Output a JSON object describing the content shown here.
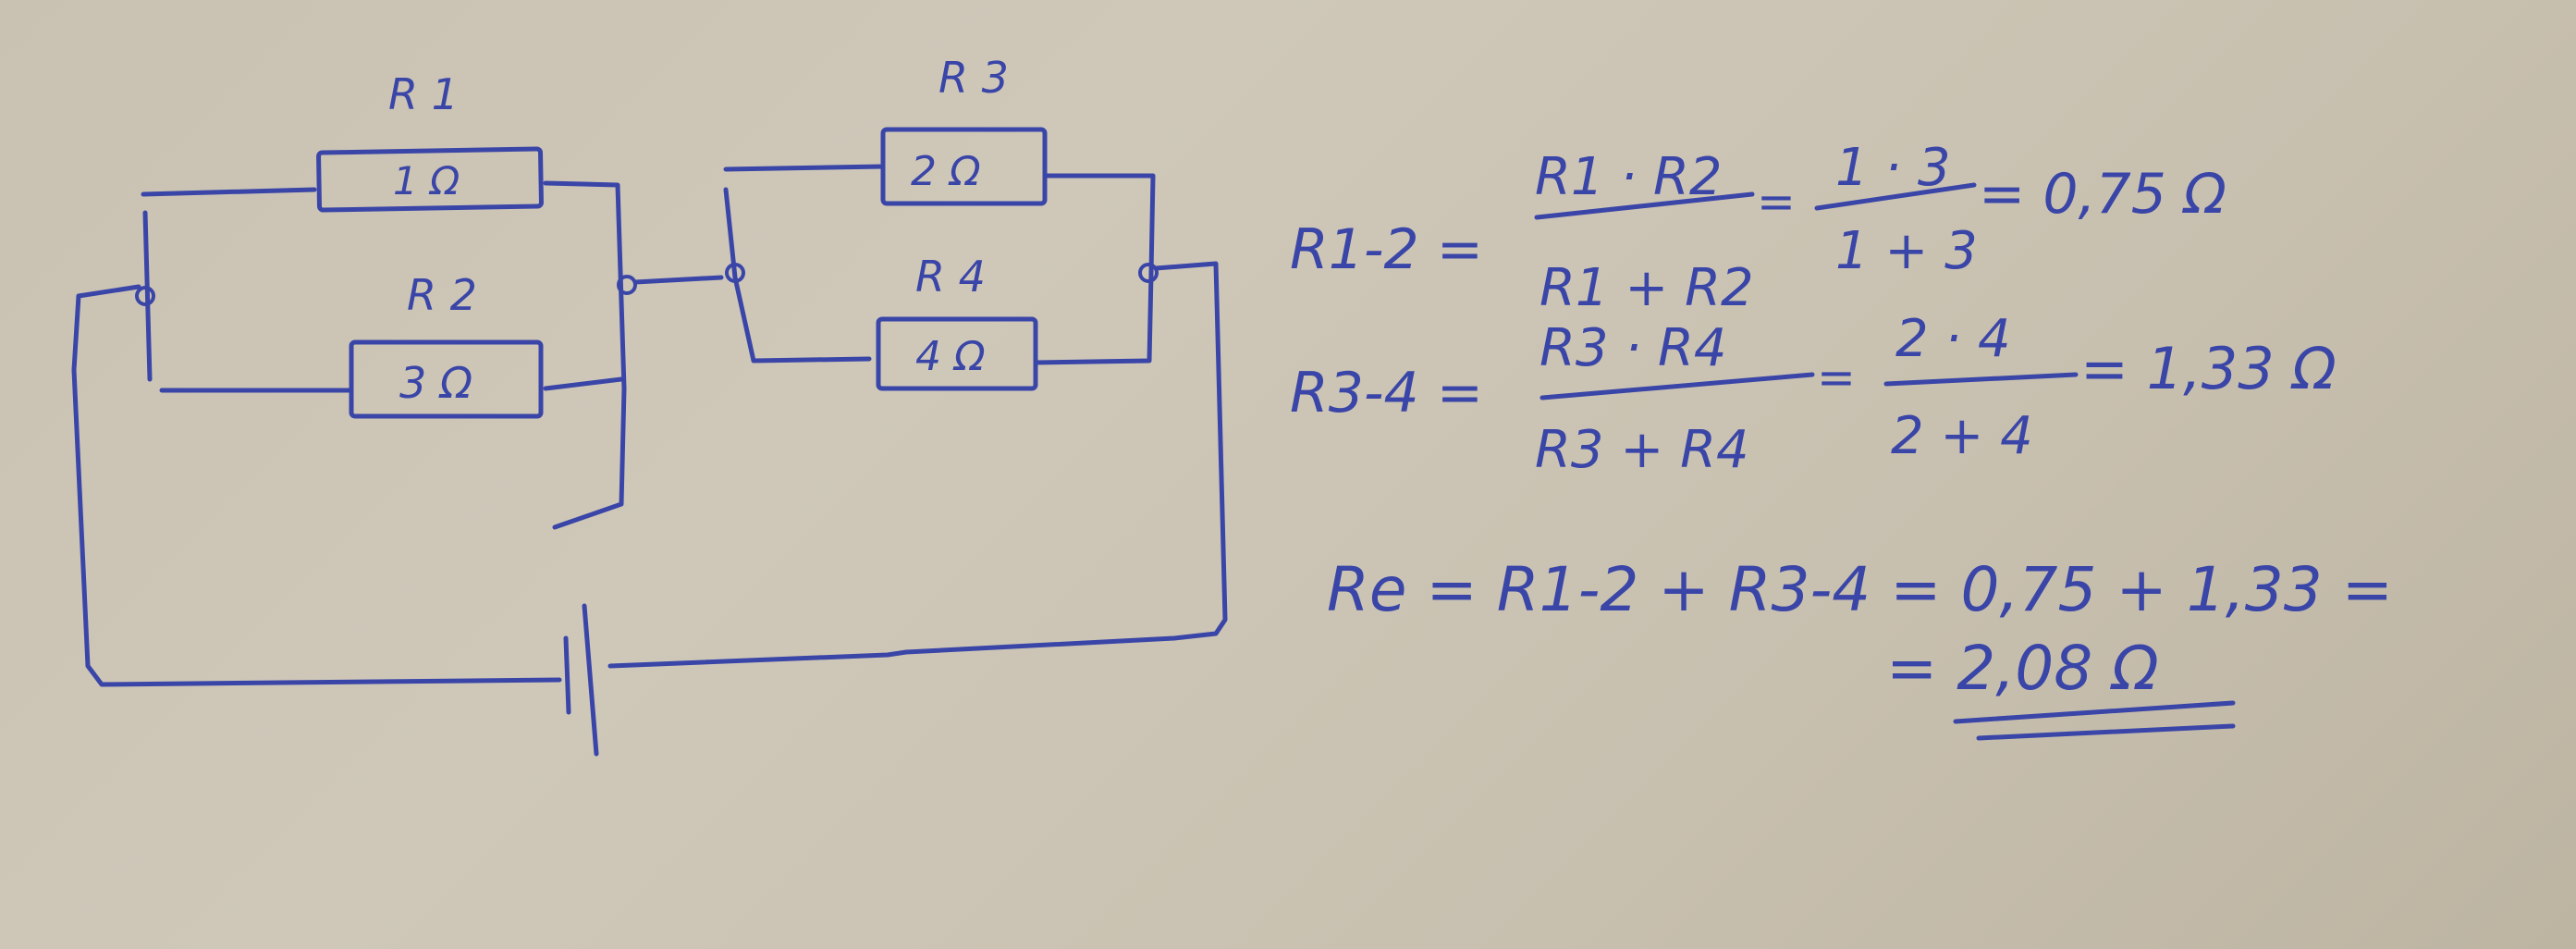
{
  "colors": {
    "ink": "#3a45a8",
    "paper": "#cbc3b3"
  },
  "circuit": {
    "resistors": [
      {
        "id": "R1",
        "label": "R 1",
        "value": "1 Ω"
      },
      {
        "id": "R2",
        "label": "R 2",
        "value": "3 Ω"
      },
      {
        "id": "R3",
        "label": "R 3",
        "value": "2 Ω"
      },
      {
        "id": "R4",
        "label": "R 4",
        "value": "4 Ω"
      }
    ],
    "source": "battery"
  },
  "equations": {
    "r12": {
      "lhs": "R1-2 =",
      "num": "R1 · R2",
      "den": "R1 + R2",
      "num_values": "1 · 3",
      "den_values": "1 + 3",
      "result": "= 0,75 Ω"
    },
    "r34": {
      "lhs": "R3-4 =",
      "num": "R3 · R4",
      "den": "R3 + R4",
      "num_values": "2 · 4",
      "den_values": "2 + 4",
      "result": "= 1,33 Ω"
    },
    "re": {
      "line1": "Re = R1-2 + R3-4 = 0,75 + 1,33 =",
      "line2": "= 2,08 Ω"
    }
  },
  "eq_signs": {
    "eq": "="
  }
}
